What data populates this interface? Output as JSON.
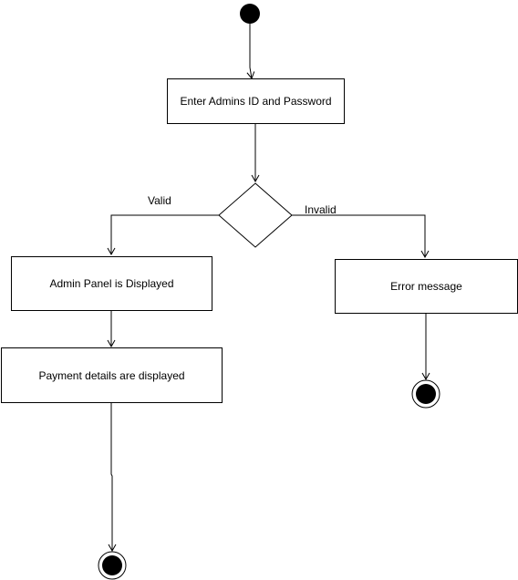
{
  "nodes": {
    "enter_credentials": "Enter Admins ID and Password",
    "admin_panel": "Admin Panel is Displayed",
    "payment_details": "Payment details are displayed",
    "error_message": "Error message"
  },
  "edges": {
    "valid": "Valid",
    "invalid": "Invalid"
  },
  "colors": {
    "stroke": "#000000",
    "fill": "#000000",
    "background": "#ffffff"
  }
}
